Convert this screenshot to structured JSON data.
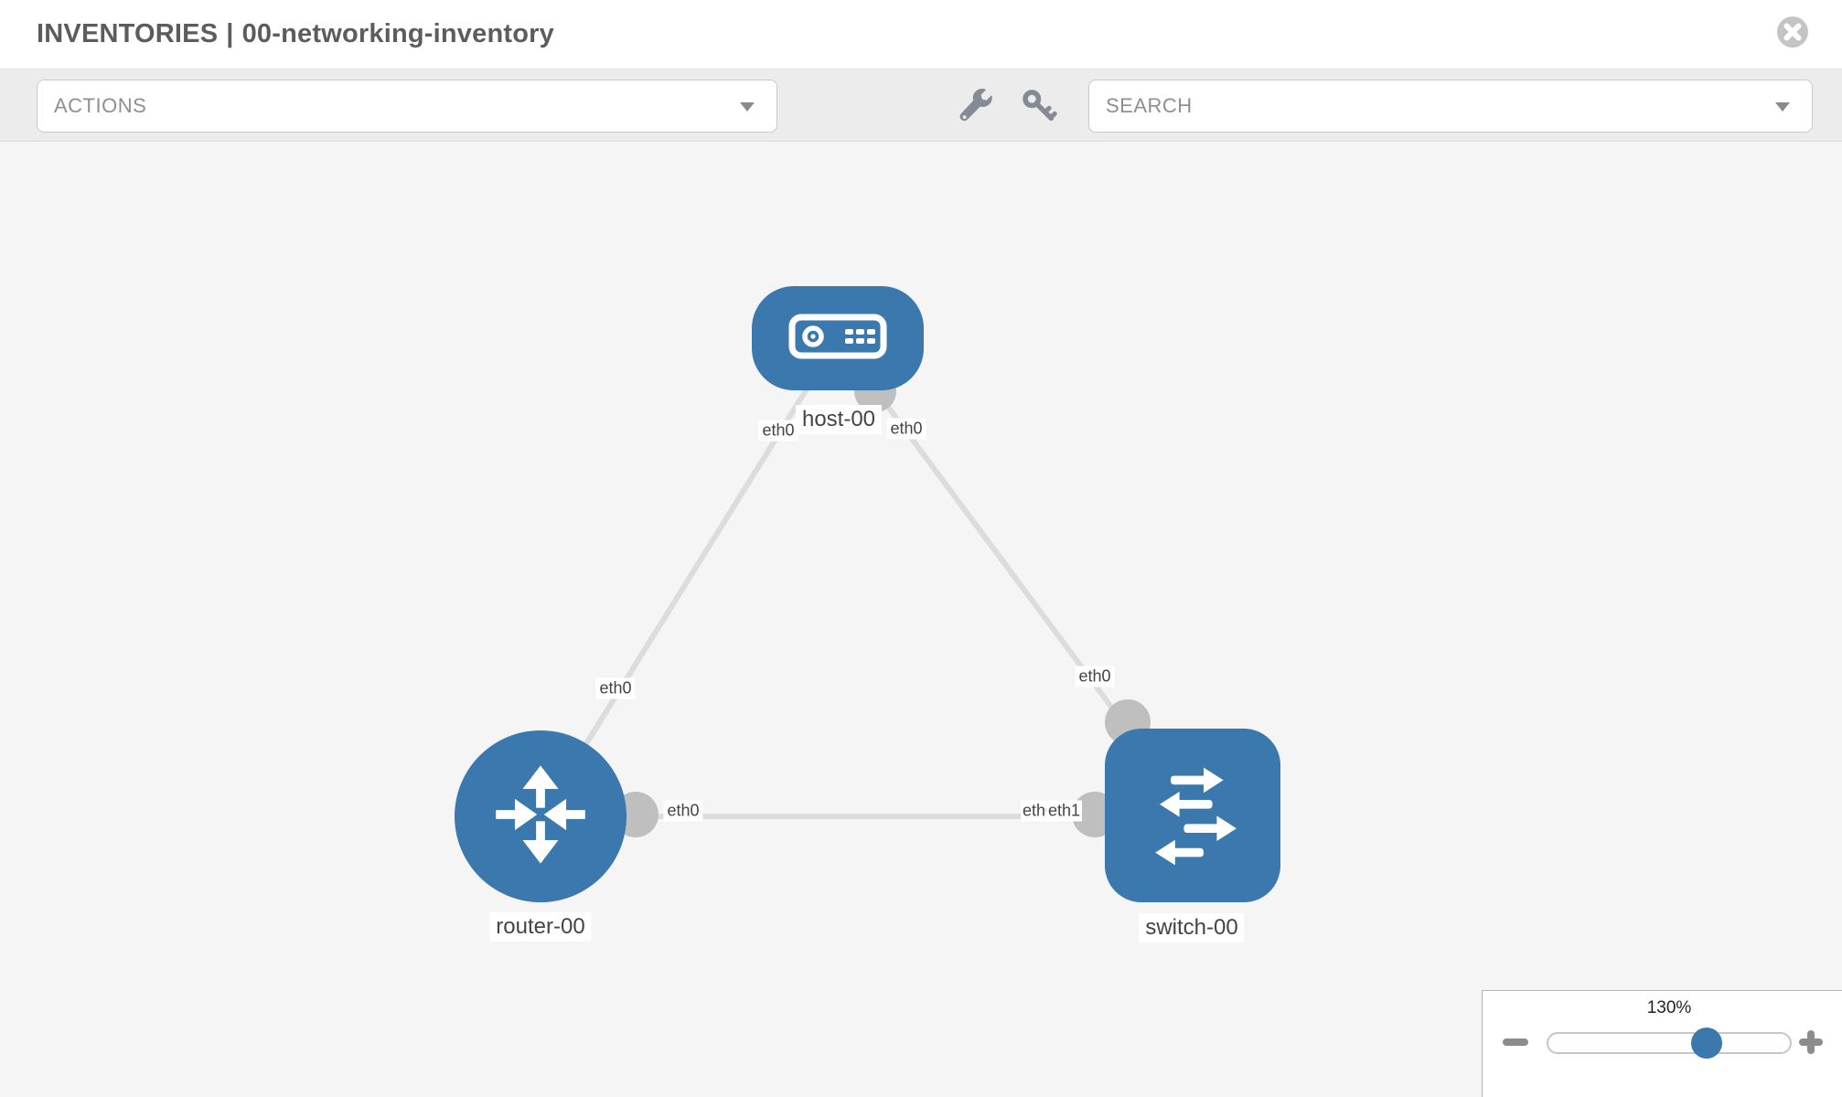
{
  "header": {
    "section": "INVENTORIES",
    "separator": "|",
    "inventory_name": "00-networking-inventory"
  },
  "toolbar": {
    "actions_placeholder": "ACTIONS",
    "search_placeholder": "SEARCH"
  },
  "icons": {
    "close": "close-circle-icon",
    "actions_caret": "caret-down-icon",
    "search_caret": "caret-down-icon",
    "wrench": "wrench-icon",
    "key": "key-icon",
    "host": "host-device-icon",
    "router": "router-arrows-icon",
    "switch": "switch-arrows-icon",
    "zoom_out": "minus-icon",
    "zoom_in": "plus-icon"
  },
  "topology": {
    "nodes": [
      {
        "label": "host-00",
        "type": "host"
      },
      {
        "label": "router-00",
        "type": "router"
      },
      {
        "label": "switch-00",
        "type": "switch"
      }
    ],
    "links": [
      {
        "from": "host-00",
        "to": "router-00"
      },
      {
        "from": "host-00",
        "to": "switch-00"
      },
      {
        "from": "router-00",
        "to": "switch-00"
      }
    ],
    "interface_labels": {
      "host_left": "eth0",
      "host_right": "eth0",
      "router_top": "eth0",
      "router_right": "eth0",
      "switch_top": "eth0",
      "switch_left_back": "eth0",
      "switch_left_front": "eth1"
    }
  },
  "zoom_control": {
    "level": "130%"
  },
  "colors": {
    "node_blue": "#3a78ae",
    "link_gray": "#dcdcdc",
    "port_gray": "#bfbfbf",
    "canvas_bg": "#f5f5f5",
    "toolbar_bg": "#ececec",
    "title_gray": "#5c5c5c",
    "icon_gray": "#848b94",
    "label_text": "#444444",
    "close_gray": "#c4c4c4"
  }
}
